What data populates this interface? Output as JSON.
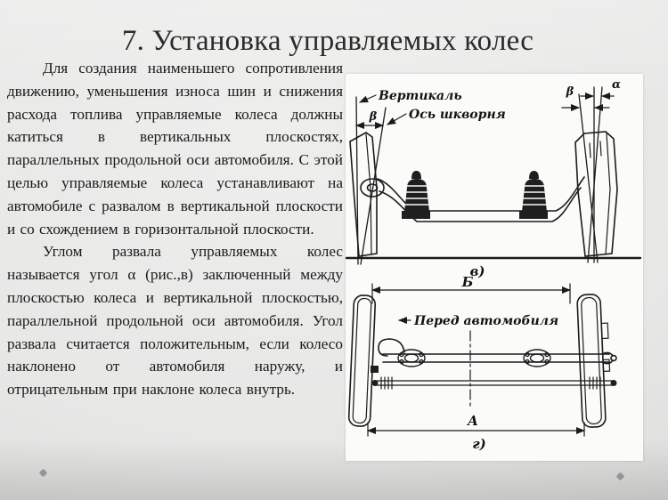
{
  "slide": {
    "title": "7. Установка управляемых колес",
    "paragraphs": [
      "Для создания наименьшего сопротивления движению, уменьшения износа шин и снижения расхода топлива управляемые колеса должны катиться в вертикальных плоскостях, параллельных продольной оси автомобиля. С этой целью управляемые колеса устанавливают на автомобиле с развалом в вертикальной плоскости и со схождением в горизонтальной плоскости.",
      "Углом развала управляемых колес называется угол α (рис.,в) заключенный между плоскостью колеса и вертикальной плоскостью, параллельной продольной оси автомобиля. Угол развала считается положительным, если колесо наклонено от автомобиля наружу, и отрицательным при наклоне колеса внутрь."
    ]
  },
  "figure": {
    "front_view": {
      "vertical_label": "Вертикаль",
      "kingpin_label": "Ось шкворня",
      "beta": "β",
      "alpha": "α",
      "caption": "в)"
    },
    "top_view": {
      "front_dim": "Б",
      "rear_dim": "А",
      "direction_label": "Перед автомобиля",
      "caption": "г)"
    }
  },
  "colors": {
    "background_light": "#eeeeed",
    "background_dark": "#d0d0cf",
    "panel": "#fbfbf9",
    "ink": "#1b1b1b",
    "title_text": "#2b2b2b",
    "decor_dot": "#94949a"
  }
}
